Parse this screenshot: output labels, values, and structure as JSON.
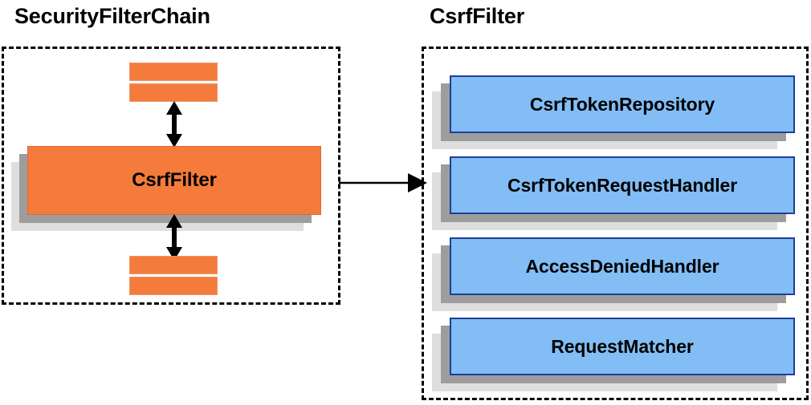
{
  "diagram": {
    "type": "component-relationship-diagram",
    "background_color": "#ffffff",
    "panels": [
      {
        "id": "security-filter-chain",
        "title": "SecurityFilterChain",
        "border_style": "dashed",
        "border_color": "#000000",
        "members": [
          {
            "kind": "filter-slot",
            "label": "",
            "color": "#f47b3c"
          },
          {
            "kind": "filter-slot",
            "label": "",
            "color": "#f47b3c"
          },
          {
            "kind": "component",
            "label": "CsrfFilter",
            "color": "#f47b3c"
          },
          {
            "kind": "filter-slot",
            "label": "",
            "color": "#f47b3c"
          },
          {
            "kind": "filter-slot",
            "label": "",
            "color": "#f47b3c"
          }
        ]
      },
      {
        "id": "csrf-filter",
        "title": "CsrfFilter",
        "border_style": "dashed",
        "border_color": "#000000",
        "members": [
          {
            "kind": "collaborator",
            "label": "CsrfTokenRepository",
            "color": "#82bdf5"
          },
          {
            "kind": "collaborator",
            "label": "CsrfTokenRequestHandler",
            "color": "#82bdf5"
          },
          {
            "kind": "collaborator",
            "label": "AccessDeniedHandler",
            "color": "#82bdf5"
          },
          {
            "kind": "collaborator",
            "label": "RequestMatcher",
            "color": "#82bdf5"
          }
        ]
      }
    ],
    "connectors": [
      {
        "id": "csrffilter-to-upstream-filters",
        "style": "double-headed-vertical-arrow",
        "color": "#000000"
      },
      {
        "id": "csrffilter-to-downstream-filters",
        "style": "double-headed-vertical-arrow",
        "color": "#000000"
      },
      {
        "id": "chain-to-csrffilter-detail",
        "style": "single-headed-horizontal-arrow",
        "color": "#000000"
      }
    ]
  },
  "colors": {
    "orange_fill": "#f47b3c",
    "orange_border": "#e2673a",
    "blue_fill": "#82bdf5",
    "blue_border": "#1f3d99",
    "shadow_mid": "#9d9d9d",
    "shadow_back": "#dedede",
    "stroke": "#000000"
  }
}
